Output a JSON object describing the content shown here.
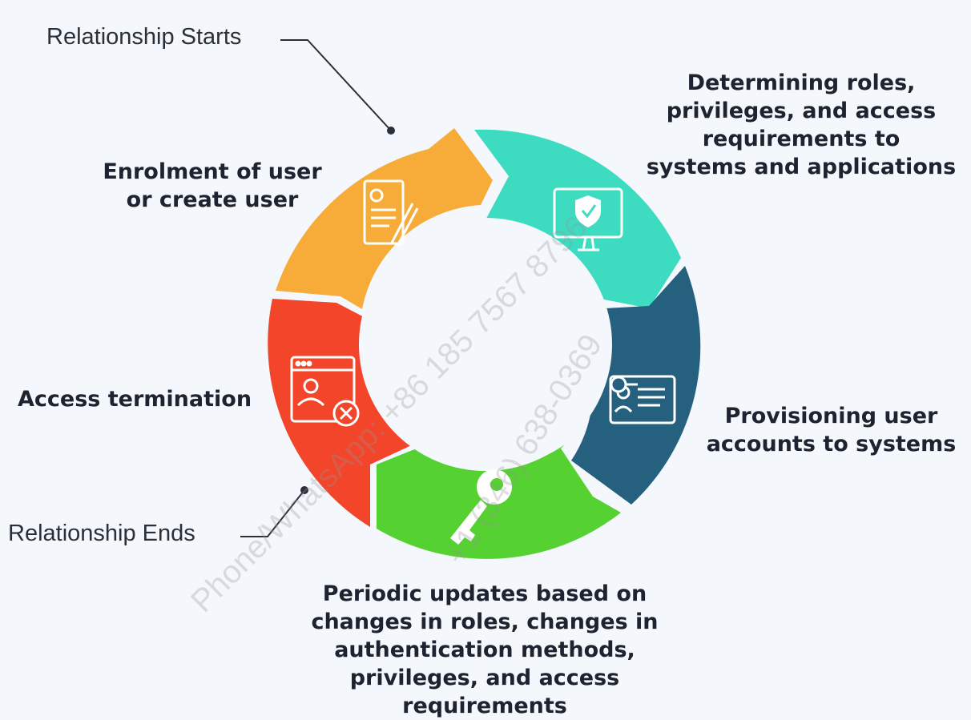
{
  "markers": {
    "start": "Relationship Starts",
    "end": "Relationship Ends"
  },
  "stages": [
    {
      "id": "enrolment",
      "lines": [
        "Enrolment of user",
        "or create user"
      ],
      "color": "#f7ac3a",
      "icon": "document-edit-icon"
    },
    {
      "id": "determining",
      "lines": [
        "Determining roles,",
        "privileges, and access",
        "requirements to",
        "systems and applications"
      ],
      "color": "#3ddcc1",
      "icon": "monitor-shield-icon"
    },
    {
      "id": "provisioning",
      "lines": [
        "Provisioning user",
        "accounts to systems"
      ],
      "color": "#25607f",
      "icon": "id-card-key-icon"
    },
    {
      "id": "periodic",
      "lines": [
        "Periodic updates based on",
        "changes in roles, changes in",
        "authentication methods,",
        "privileges, and access",
        "requirements"
      ],
      "color": "#55d132",
      "icon": "key-icon"
    },
    {
      "id": "termination",
      "lines": [
        "Access termination"
      ],
      "color": "#f2452a",
      "icon": "user-remove-window-icon"
    }
  ],
  "watermark": {
    "line1": "Phone/WhatsApp: +86 185 7567 8796",
    "line2": "+1 (346) 638-0369"
  }
}
